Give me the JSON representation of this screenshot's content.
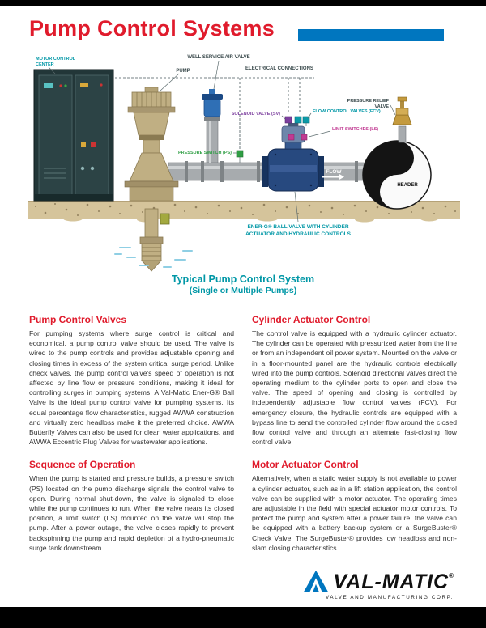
{
  "page": {
    "title": "Pump Control Systems"
  },
  "colors": {
    "accent_red": "#e01b2c",
    "brand_blue": "#0076bf",
    "teal": "#0097a6"
  },
  "diagram": {
    "caption_line1": "Typical Pump Control System",
    "caption_line2": "(Single or Multiple Pumps)",
    "labels": {
      "mcc_1": "MOTOR CONTROL",
      "mcc_2": "CENTER",
      "well_air_valve": "WELL SERVICE AIR VALVE",
      "pump": "PUMP",
      "electrical": "ELECTRICAL CONNECTIONS",
      "limit_switches": "LIMIT SWITCHES (LS)",
      "solenoid_valve": "SOLENOID VALVE (SV)",
      "flow_control": "FLOW CONTROL VALVES (FCV)",
      "pressure_switch": "PRESSURE SWITCH (PS)",
      "relief_1": "PRESSURE RELIEF",
      "relief_2": "VALVE",
      "flow": "FLOW",
      "header": "HEADER",
      "valve_label_1": "ENER-G® BALL VALVE WITH CYLINDER",
      "valve_label_2": "ACTUATOR AND HYDRAULIC CONTROLS"
    }
  },
  "sections": {
    "left": [
      {
        "heading": "Pump Control Valves",
        "body": "For pumping systems where surge control is critical and economical, a pump control valve should be used. The valve is wired to the pump controls and provides adjustable opening and closing times in excess of the system critical surge period. Unlike check valves, the pump control valve's speed of operation is not affected by line flow or pressure conditions, making it ideal for controlling surges in pumping systems. A Val-Matic Ener-G® Ball Valve is the ideal pump control valve for pumping systems. Its equal percentage flow characteristics, rugged AWWA construction and virtually zero headloss make it the preferred choice. AWWA Butterfly Valves can also be used for clean water applications, and AWWA Eccentric Plug Valves for wastewater applications."
      },
      {
        "heading": "Sequence of Operation",
        "body": "When the pump is started and pressure builds, a pressure switch (PS) located on the pump discharge signals the control valve to open. During normal shut-down, the valve is signaled to close while the pump continues to run. When the valve nears its closed position, a limit switch (LS) mounted on the valve will stop the pump. After a power outage, the valve closes rapidly to prevent backspinning the pump and rapid depletion of a hydro-pneumatic surge tank downstream."
      }
    ],
    "right": [
      {
        "heading": "Cylinder Actuator Control",
        "body": "The control valve is equipped with a hydraulic cylinder actuator. The cylinder can be operated with pressurized water from the line or from an independent oil power system. Mounted on the valve or in a floor-mounted panel are the hydraulic controls electrically wired into the pump controls. Solenoid directional valves direct the operating medium to the cylinder ports to open and close the valve. The speed of opening and closing is controlled by independently adjustable flow control valves (FCV). For emergency closure, the hydraulic controls are equipped with a bypass line to send the controlled cylinder flow around the closed flow control valve and through an alternate fast-closing flow control valve."
      },
      {
        "heading": "Motor Actuator Control",
        "body": "Alternatively, when a static water supply is not available to power a cylinder actuator, such as in a lift station application, the control valve can be supplied with a motor actuator. The operating times are adjustable in the field with special actuator motor controls. To protect the pump and system after a power failure, the valve can be equipped with a battery backup system or a SurgeBuster® Check Valve. The SurgeBuster® provides low headloss and non-slam closing characteristics."
      }
    ]
  },
  "logo": {
    "brand": "VAL-MATIC",
    "registered": "®",
    "tagline": "VALVE AND MANUFACTURING CORP."
  }
}
